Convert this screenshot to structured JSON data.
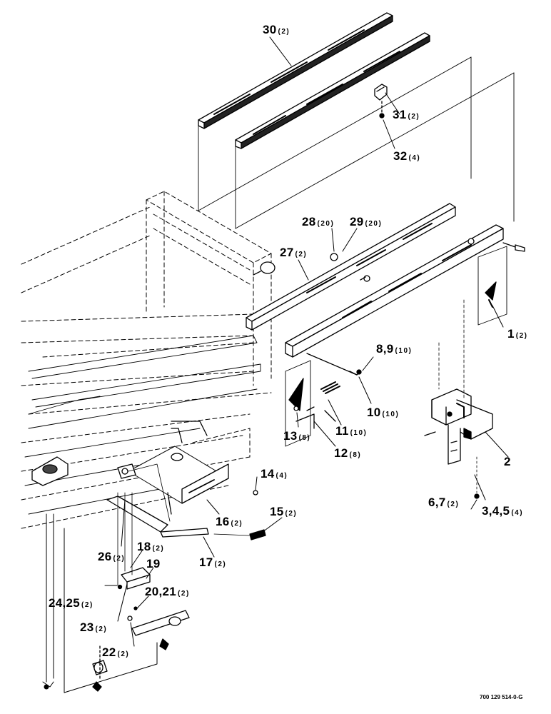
{
  "document_number": "700 129 514-0-G",
  "callouts": [
    {
      "id": "30",
      "n": "30",
      "q": "(2)"
    },
    {
      "id": "31",
      "n": "31",
      "q": "(2)"
    },
    {
      "id": "32",
      "n": "32",
      "q": "(4)"
    },
    {
      "id": "28",
      "n": "28",
      "q": "(20)"
    },
    {
      "id": "29",
      "n": "29",
      "q": "(20)"
    },
    {
      "id": "27",
      "n": "27",
      "q": "(2)"
    },
    {
      "id": "1",
      "n": "1",
      "q": "(2)"
    },
    {
      "id": "8-9",
      "n": "8,9",
      "q": "(10)"
    },
    {
      "id": "10",
      "n": "10",
      "q": "(10)"
    },
    {
      "id": "11",
      "n": "11",
      "q": "(10)"
    },
    {
      "id": "12",
      "n": "12",
      "q": "(8)"
    },
    {
      "id": "13",
      "n": "13",
      "q": "(8)"
    },
    {
      "id": "2",
      "n": "2",
      "q": ""
    },
    {
      "id": "6-7",
      "n": "6,7",
      "q": "(2)"
    },
    {
      "id": "3-4-5",
      "n": "3,4,5",
      "q": "(4)"
    },
    {
      "id": "14",
      "n": "14",
      "q": "(4)"
    },
    {
      "id": "16",
      "n": "16",
      "q": "(2)"
    },
    {
      "id": "15",
      "n": "15",
      "q": "(2)"
    },
    {
      "id": "17",
      "n": "17",
      "q": "(2)"
    },
    {
      "id": "26",
      "n": "26",
      "q": "(2)"
    },
    {
      "id": "18",
      "n": "18",
      "q": "(2)"
    },
    {
      "id": "19",
      "n": "19",
      "q": ""
    },
    {
      "id": "20-21",
      "n": "20,21",
      "q": "(2)"
    },
    {
      "id": "24-25",
      "n": "24,25",
      "q": "(2)"
    },
    {
      "id": "23",
      "n": "23",
      "q": "(2)"
    },
    {
      "id": "22",
      "n": "22",
      "q": "(2)"
    }
  ]
}
